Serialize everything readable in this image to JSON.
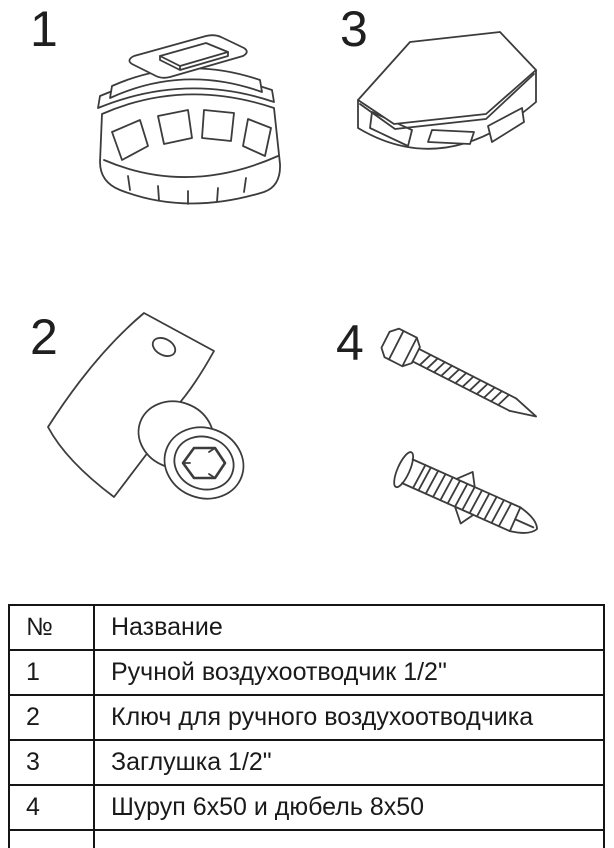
{
  "figures": [
    {
      "label": "1",
      "icon": "manual-air-vent-drawing"
    },
    {
      "label": "3",
      "icon": "hex-plug-drawing"
    },
    {
      "label": "2",
      "icon": "vent-key-drawing"
    },
    {
      "label": "4",
      "icon": "screw-and-dowel-drawing"
    }
  ],
  "table": {
    "header": {
      "num": "№",
      "name": "Название"
    },
    "rows": [
      {
        "num": "1",
        "name": "Ручной воздухоотводчик 1/2\""
      },
      {
        "num": "2",
        "name": "Ключ для ручного воздухоотводчика"
      },
      {
        "num": "3",
        "name": "Заглушка 1/2\""
      },
      {
        "num": "4",
        "name": "Шуруп 6х50 и дюбель 8х50"
      }
    ]
  },
  "colors": {
    "line": "#3c3c3c",
    "border": "#151515",
    "text": "#1a1a1a"
  }
}
